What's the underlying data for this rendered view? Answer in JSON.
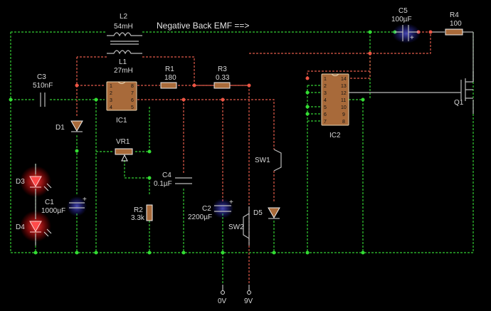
{
  "title": "Negative Back EMF  ==>",
  "components": {
    "L2": {
      "ref": "L2",
      "value": "54mH"
    },
    "L1": {
      "ref": "L1",
      "value": "27mH"
    },
    "C3": {
      "ref": "C3",
      "value": "510nF"
    },
    "R1": {
      "ref": "R1",
      "value": "180"
    },
    "R3": {
      "ref": "R3",
      "value": "0.33"
    },
    "IC1": {
      "ref": "IC1",
      "pins_left": [
        "1",
        "2",
        "3",
        "4"
      ],
      "pins_right": [
        "8",
        "7",
        "6",
        "5"
      ]
    },
    "D1": {
      "ref": "D1"
    },
    "VR1": {
      "ref": "VR1"
    },
    "D3": {
      "ref": "D3"
    },
    "D4": {
      "ref": "D4"
    },
    "C1": {
      "ref": "C1",
      "value": "1000µF"
    },
    "C4": {
      "ref": "C4",
      "value": "0.1µF"
    },
    "R2": {
      "ref": "R2",
      "value": "3.3k"
    },
    "C2": {
      "ref": "C2",
      "value": "2200µF"
    },
    "SW1": {
      "ref": "SW1"
    },
    "SW2": {
      "ref": "SW2"
    },
    "D5": {
      "ref": "D5"
    },
    "C5": {
      "ref": "C5",
      "value": "100µF"
    },
    "R4": {
      "ref": "R4",
      "value": "100"
    },
    "IC2": {
      "ref": "IC2",
      "pins_left": [
        "1",
        "2",
        "3",
        "4",
        "5",
        "6",
        "7"
      ],
      "pins_right": [
        "14",
        "13",
        "12",
        "11",
        "10",
        "9",
        "8"
      ]
    },
    "Q1": {
      "ref": "Q1"
    }
  },
  "terminals": {
    "gnd": "0V",
    "vcc": "9V"
  },
  "colors": {
    "wire_ground": "#33cc33",
    "wire_supply": "#e05a4a",
    "wire_plain": "#bbbbbb",
    "led_glow": "#ff3030",
    "ic_body": "#a86a3a"
  }
}
